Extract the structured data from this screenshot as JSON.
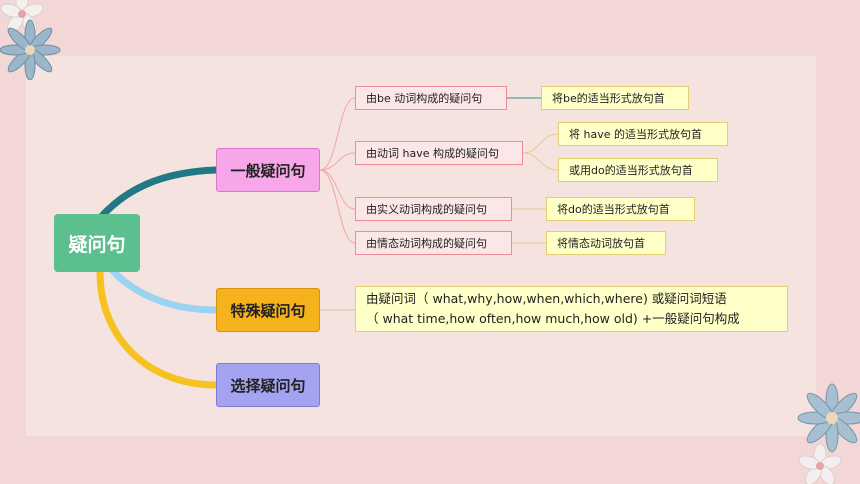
{
  "colors": {
    "root": "#5bbf8e",
    "general": "#f7a6ea",
    "special": "#f6b21c",
    "choice": "#a4a3f1",
    "branch_general": "#1f7a86",
    "branch_special": "#9bd3f3",
    "branch_choice": "#f6c21f"
  },
  "root": {
    "label": "疑问句"
  },
  "general": {
    "label": "一般疑问句",
    "children": [
      {
        "label": "由be 动词构成的疑问句",
        "notes": [
          "将be的适当形式放句首"
        ]
      },
      {
        "label": "由动词 have 构成的疑问句",
        "notes": [
          "将 have 的适当形式放句首",
          "或用do的适当形式放句首"
        ]
      },
      {
        "label": "由实义动词构成的疑问句",
        "notes": [
          "将do的适当形式放句首"
        ]
      },
      {
        "label": "由情态动词构成的疑问句",
        "notes": [
          "将情态动词放句首"
        ]
      }
    ]
  },
  "special": {
    "label": "特殊疑问句",
    "desc": [
      "由疑问词（ what,why,how,when,which,where) 或疑问词短语",
      "（ what time,how often,how much,how old) +一般疑问句构成"
    ]
  },
  "choice": {
    "label": "选择疑问句"
  }
}
